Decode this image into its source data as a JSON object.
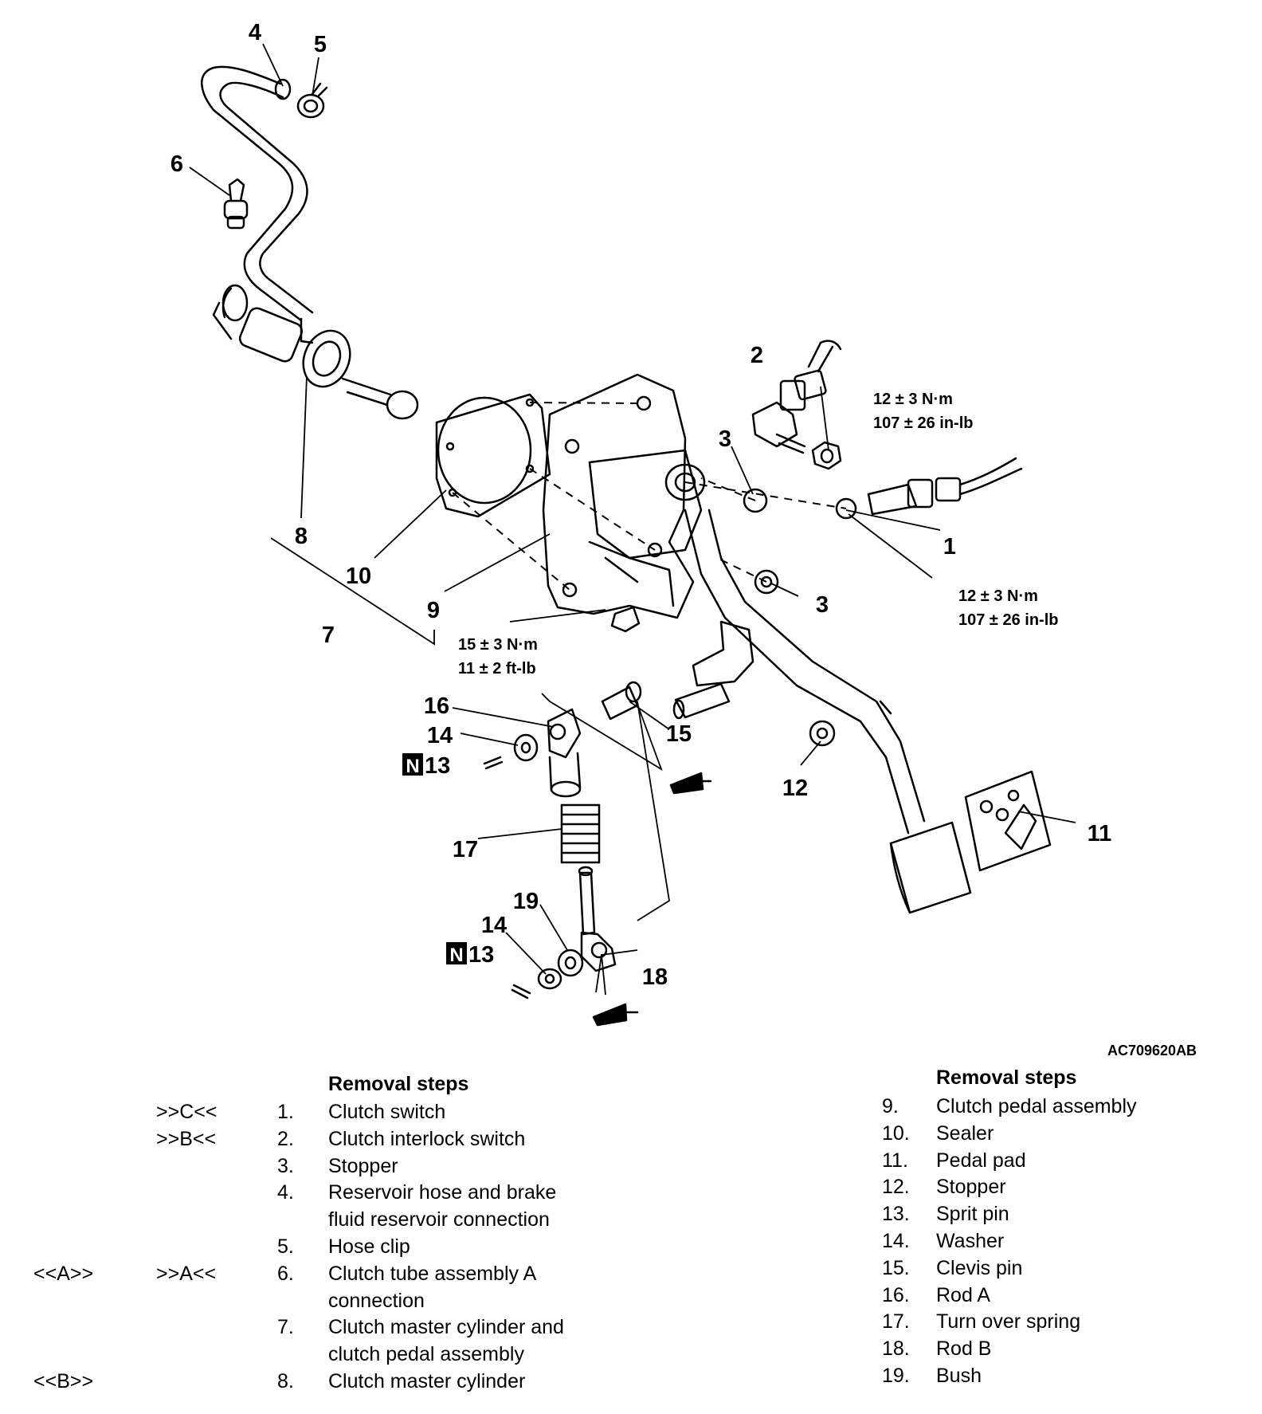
{
  "figure_id": "AC709620AB",
  "callouts": [
    "1",
    "2",
    "3",
    "3",
    "4",
    "5",
    "6",
    "7",
    "8",
    "9",
    "10",
    "11",
    "12",
    "13",
    "13",
    "14",
    "14",
    "15",
    "16",
    "17",
    "18",
    "19"
  ],
  "torque_specs": {
    "switch_2": [
      "12 ± 3 N·m",
      "107 ± 26 in-lb"
    ],
    "switch_1": [
      "12 ± 3 N·m",
      "107 ± 26 in-lb"
    ],
    "nut_9": [
      "15 ± 3 N·m",
      "11 ± 2 ft-lb"
    ]
  },
  "new_part_mark": "N",
  "left_table": {
    "heading": "Removal steps",
    "rows": [
      {
        "rem": "",
        "inst": ">>C<<",
        "num": "1.",
        "text": "Clutch switch"
      },
      {
        "rem": "",
        "inst": ">>B<<",
        "num": "2.",
        "text": "Clutch interlock switch"
      },
      {
        "rem": "",
        "inst": "",
        "num": "3.",
        "text": "Stopper"
      },
      {
        "rem": "",
        "inst": "",
        "num": "4.",
        "text": "Reservoir hose and brake"
      },
      {
        "rem": "",
        "inst": "",
        "num": "",
        "text": "fluid reservoir connection"
      },
      {
        "rem": "",
        "inst": "",
        "num": "5.",
        "text": "Hose clip"
      },
      {
        "rem": "<<A>>",
        "inst": ">>A<<",
        "num": "6.",
        "text": "Clutch tube assembly A"
      },
      {
        "rem": "",
        "inst": "",
        "num": "",
        "text": "connection"
      },
      {
        "rem": "",
        "inst": "",
        "num": "7.",
        "text": "Clutch master cylinder and"
      },
      {
        "rem": "",
        "inst": "",
        "num": "",
        "text": "clutch pedal assembly"
      },
      {
        "rem": "<<B>>",
        "inst": "",
        "num": "8.",
        "text": "Clutch master cylinder"
      }
    ]
  },
  "right_table": {
    "heading": "Removal steps",
    "rows": [
      {
        "num": "9.",
        "text": "Clutch pedal assembly"
      },
      {
        "num": "10.",
        "text": "Sealer"
      },
      {
        "num": "11.",
        "text": "Pedal pad"
      },
      {
        "num": "12.",
        "text": "Stopper"
      },
      {
        "num": "13.",
        "text": "Sprit pin"
      },
      {
        "num": "14.",
        "text": "Washer"
      },
      {
        "num": "15.",
        "text": "Clevis pin"
      },
      {
        "num": "16.",
        "text": "Rod A"
      },
      {
        "num": "17.",
        "text": "Turn over spring"
      },
      {
        "num": "18.",
        "text": "Rod B"
      },
      {
        "num": "19.",
        "text": "Bush"
      }
    ]
  }
}
